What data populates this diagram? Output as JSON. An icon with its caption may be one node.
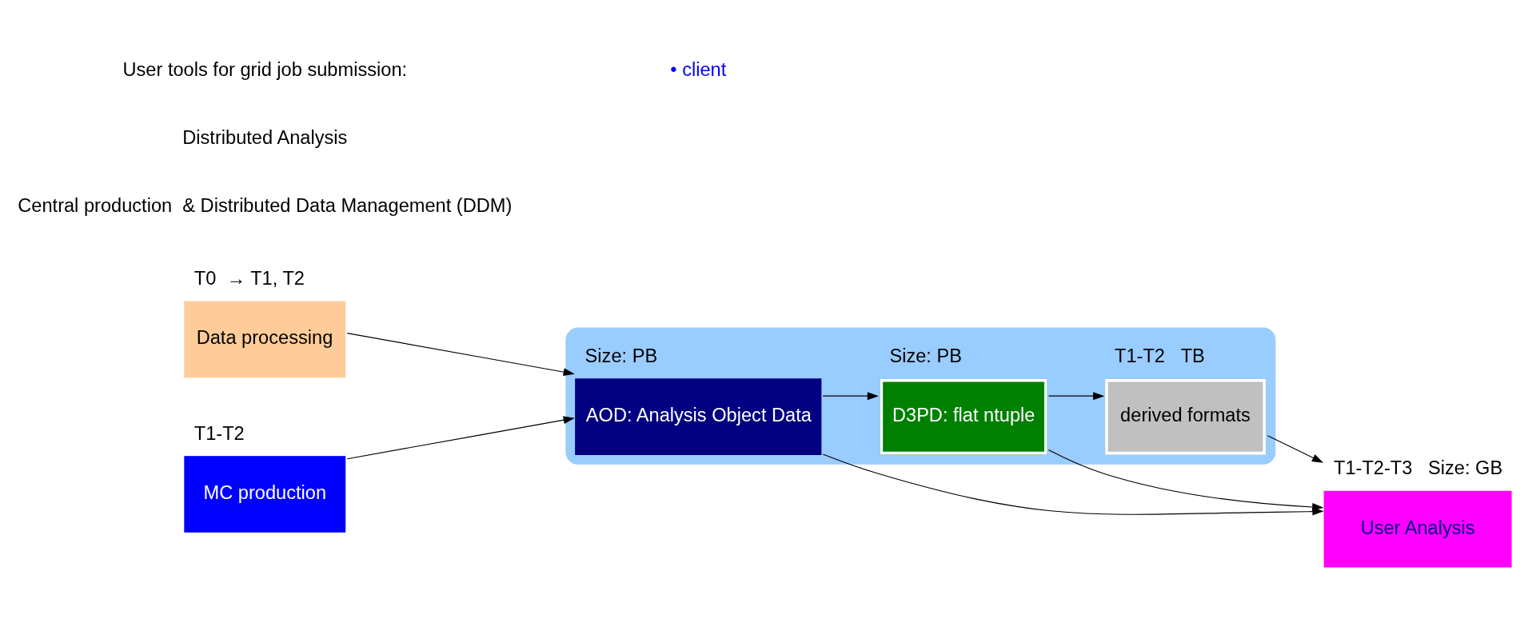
{
  "diagram": {
    "nodes": [
      {
        "text": [],
        "shape": "cloud"
      },
      {
        "text": [
          "Data processing"
        ],
        "beside": [
          "T0  → T1, T2"
        ]
      },
      {
        "text": [
          "MC production"
        ],
        "beside": [
          "T1-T2"
        ]
      },
      {
        "text": [
          "AOD: Analysis Object Data"
        ],
        "beside": [
          "Size: PB"
        ],
        "in": 0
      },
      {
        "text": [
          "D3PD: flat ntuple"
        ],
        "beside": [
          "Size: PB"
        ],
        "in": 0
      },
      {
        "text": [
          "derived formats"
        ],
        "beside": [
          "T1-T2",
          "TB"
        ],
        "in": 0
      },
      {
        "text": [
          "User Analysis"
        ],
        "beside": [
          "T1-T2-T3",
          "Size: GB"
        ]
      }
    ],
    "edges": [
      {
        "from": 1,
        "to": 3,
        "arrow": "to"
      },
      {
        "from": 2,
        "to": 3,
        "arrow": "to"
      },
      {
        "from": 3,
        "to": 4,
        "arrow": "to"
      },
      {
        "from": 4,
        "to": 5,
        "arrow": "to"
      },
      {
        "from": 3,
        "to": 6,
        "arrow": "to"
      },
      {
        "from": 4,
        "to": 6,
        "arrow": "to"
      },
      {
        "from": 5,
        "to": 6,
        "arrow": "to"
      }
    ],
    "labels": [
      "Central production  & Distributed Data Management (DDM)",
      "Distributed Analysis",
      "User tools for grid job submission:",
      "• client"
    ]
  }
}
